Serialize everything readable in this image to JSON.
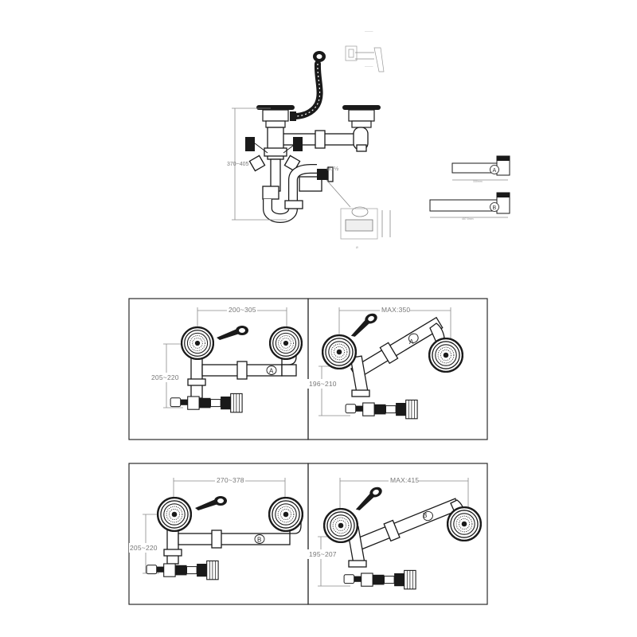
{
  "overview": {
    "height_label": "370~405",
    "thread_label": "G1½",
    "pipe_a_length": "330mm",
    "pipe_b_length": "467.5mm",
    "pipe_a_letter": "A",
    "pipe_b_letter": "B"
  },
  "panels": [
    {
      "width_label": "200~305",
      "height_label": "205~220",
      "pipe_letter": "A"
    },
    {
      "width_label": "MAX:350",
      "height_label": "196~210",
      "pipe_letter": "A"
    },
    {
      "width_label": "270~378",
      "height_label": "205~220",
      "pipe_letter": "B"
    },
    {
      "width_label": "MAX:415",
      "height_label": "195~207",
      "pipe_letter": "B"
    }
  ]
}
